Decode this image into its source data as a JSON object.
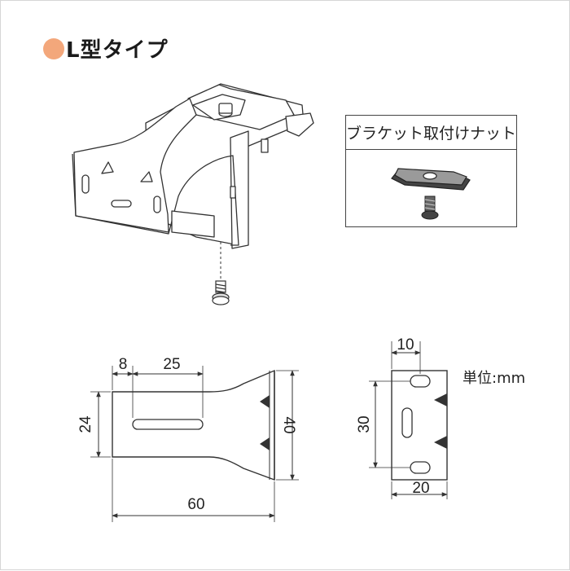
{
  "title": {
    "text": "L型タイプ",
    "bullet_color": "#f3a77b"
  },
  "inset": {
    "label": "ブラケット取付けナット"
  },
  "unit": {
    "label": "単位:mm"
  },
  "dimensions": {
    "side_view": {
      "hole_offset": "8",
      "slot_length": "25",
      "height_small": "24",
      "height_total": "40",
      "length_total": "60"
    },
    "front_view": {
      "top_width": "10",
      "hole_spacing": "30",
      "bottom_width": "20"
    }
  },
  "icons": [
    "l-bracket-illustration",
    "mounting-screw-icon",
    "bracket-nut-icon",
    "nut-screw-icon"
  ]
}
